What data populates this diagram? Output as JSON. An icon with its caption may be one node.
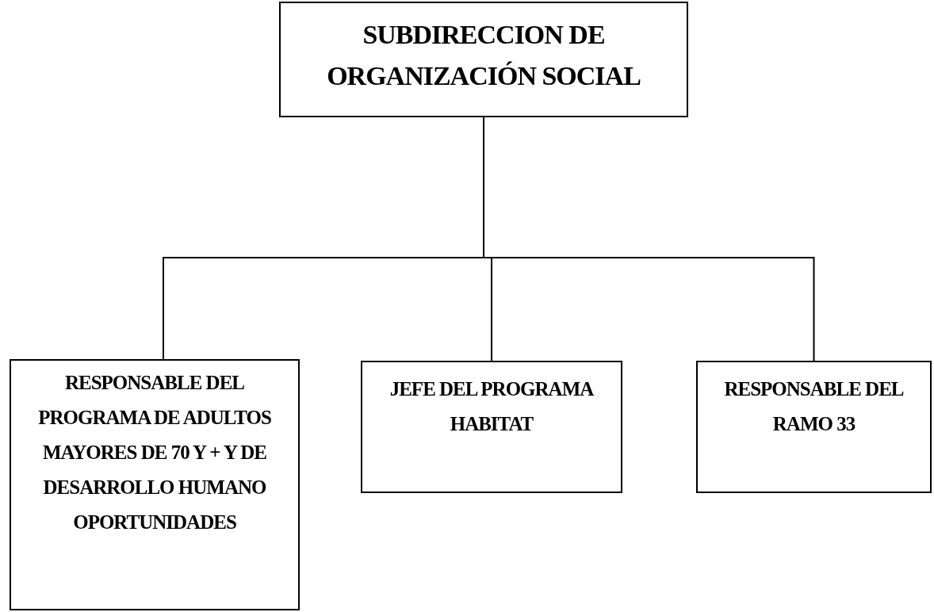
{
  "diagram": {
    "nodes": [
      {
        "text": [
          "SUBDIRECCION DE ORGANIZACIÓN SOCIAL"
        ]
      },
      {
        "text": [
          "RESPONSABLE DEL PROGRAMA DE ADULTOS MAYORES DE 70 Y + Y DE DESARROLLO HUMANO OPORTUNIDADES"
        ]
      },
      {
        "text": [
          "JEFE DEL PROGRAMA HABITAT"
        ]
      },
      {
        "text": [
          "RESPONSABLE DEL RAMO 33"
        ]
      }
    ],
    "edges": [
      {
        "from": 0,
        "to": 1,
        "arrow": "none"
      },
      {
        "from": 0,
        "to": 2,
        "arrow": "none"
      },
      {
        "from": 0,
        "to": 3,
        "arrow": "none"
      }
    ]
  }
}
